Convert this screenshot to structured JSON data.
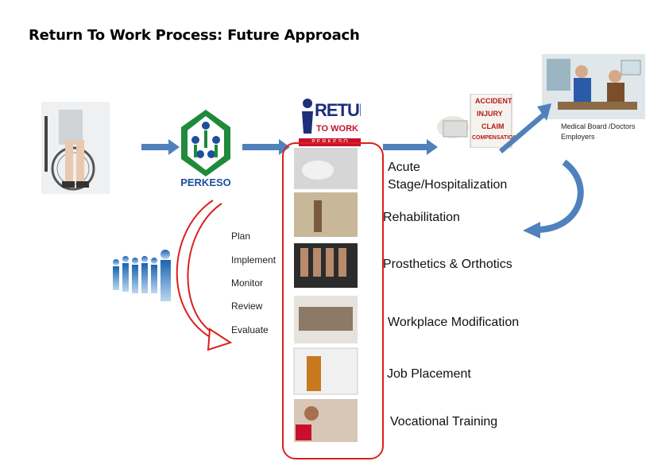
{
  "title": "Return To Work Process: Future Approach",
  "logos": {
    "perkeso": "PERKESO",
    "rtw_main": "RETURN",
    "rtw_sub": "TO WORK",
    "rtw_org": "P E R K E S O"
  },
  "claim_card": [
    "ACCIDENT",
    "INJURY",
    "CLAIM",
    "COMPENSATION"
  ],
  "medical": {
    "line1": "Medical Board /Doctors",
    "line2": "Employers"
  },
  "process_steps": [
    "Plan",
    "Implement",
    "Monitor",
    "Review",
    "Evaluate"
  ],
  "stages": [
    "Acute Stage/Hospitalization",
    "Rehabilitation",
    "Prosthetics & Orthotics",
    "Workplace Modification",
    "Job Placement",
    "Vocational Training"
  ],
  "colors": {
    "arrow_blue": "#4f81bd",
    "frame_red": "#d9211c",
    "perkeso_green": "#1e8a3a",
    "perkeso_blue": "#1d4f9c"
  }
}
